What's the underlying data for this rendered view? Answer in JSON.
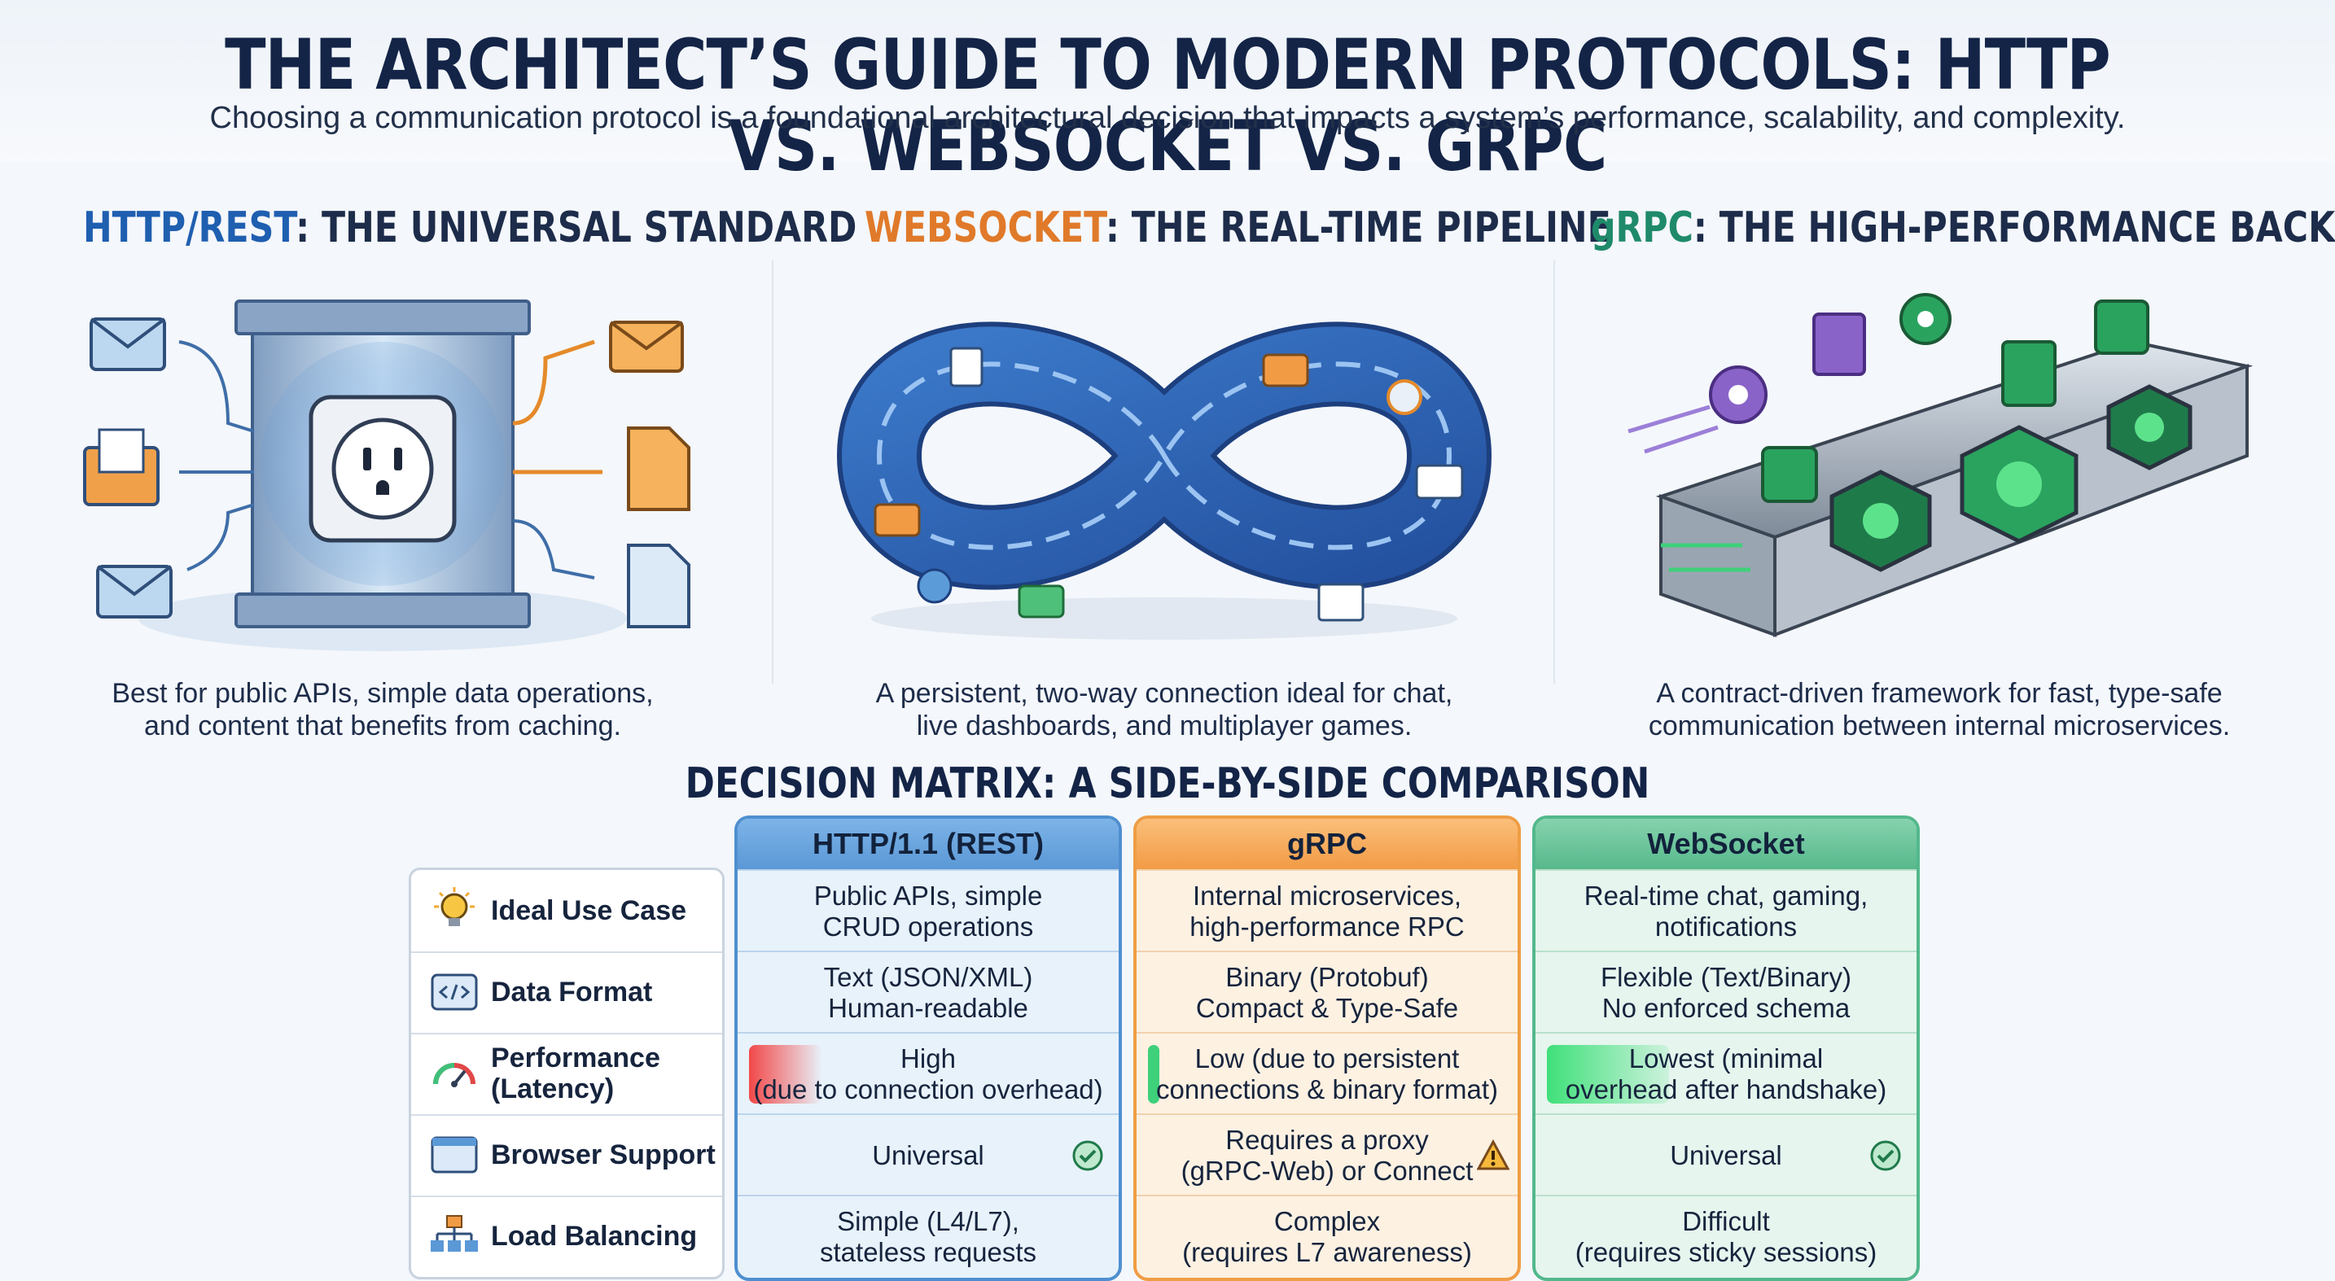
{
  "header": {
    "title": "THE ARCHITECT’S GUIDE TO MODERN PROTOCOLS: HTTP VS. WEBSOCKET VS. GRPC",
    "subtitle": "Choosing a communication protocol is a foundational architectural decision that impacts a system’s performance, scalability, and complexity."
  },
  "columns": [
    {
      "accent": "HTTP/REST",
      "heading": ": THE UNIVERSAL STANDARD",
      "color": "#1f5fb0",
      "caption_line1": "Best for public APIs, simple data operations,",
      "caption_line2": "and content that benefits from caching."
    },
    {
      "accent": "WEBSOCKET",
      "heading": ": THE REAL-TIME PIPELINE",
      "color": "#e07a2a",
      "caption_line1": "A persistent, two-way connection ideal for chat,",
      "caption_line2": "live dashboards, and multiplayer games."
    },
    {
      "accent": "gRPC",
      "heading": ": THE HIGH-PERFORMANCE BACKBONE",
      "color": "#1f8a6a",
      "caption_line1": "A contract-driven framework for fast, type-safe",
      "caption_line2": "communication between internal microservices."
    }
  ],
  "matrix": {
    "title": "DECISION MATRIX: A SIDE-BY-SIDE COMPARISON",
    "rows": [
      {
        "label_line1": "Ideal Use Case",
        "label_line2": "",
        "icon": "lightbulb-icon"
      },
      {
        "label_line1": "Data Format",
        "label_line2": "",
        "icon": "code-icon"
      },
      {
        "label_line1": "Performance",
        "label_line2": "(Latency)",
        "icon": "gauge-icon"
      },
      {
        "label_line1": "Browser Support",
        "label_line2": "",
        "icon": "browser-icon"
      },
      {
        "label_line1": "Load Balancing",
        "label_line2": "",
        "icon": "hierarchy-icon"
      }
    ],
    "protocols": [
      {
        "name": "HTTP/1.1 (REST)",
        "cells": [
          {
            "l1": "Public APIs, simple",
            "l2": "CRUD operations"
          },
          {
            "l1": "Text (JSON/XML)",
            "l2": "Human-readable"
          },
          {
            "l1": "High",
            "l2": "(due to connection overhead)",
            "bar": "red"
          },
          {
            "l1": "Universal",
            "l2": "",
            "badge": "check-icon"
          },
          {
            "l1": "Simple (L4/L7),",
            "l2": "stateless requests"
          }
        ]
      },
      {
        "name": "gRPC",
        "cells": [
          {
            "l1": "Internal microservices,",
            "l2": "high-performance RPC"
          },
          {
            "l1": "Binary (Protobuf)",
            "l2": "Compact & Type-Safe"
          },
          {
            "l1": "Low (due to persistent",
            "l2": "connections & binary format)",
            "bar": "green-thin"
          },
          {
            "l1": "Requires a proxy",
            "l2": "(gRPC-Web) or Connect",
            "badge": "warning-icon"
          },
          {
            "l1": "Complex",
            "l2": "(requires L7 awareness)"
          }
        ]
      },
      {
        "name": "WebSocket",
        "cells": [
          {
            "l1": "Real-time chat, gaming,",
            "l2": "notifications"
          },
          {
            "l1": "Flexible (Text/Binary)",
            "l2": "No enforced schema"
          },
          {
            "l1": "Lowest (minimal",
            "l2": "overhead after handshake)",
            "bar": "green"
          },
          {
            "l1": "Universal",
            "l2": "",
            "badge": "check-icon"
          },
          {
            "l1": "Difficult",
            "l2": "(requires sticky sessions)"
          }
        ]
      }
    ]
  }
}
